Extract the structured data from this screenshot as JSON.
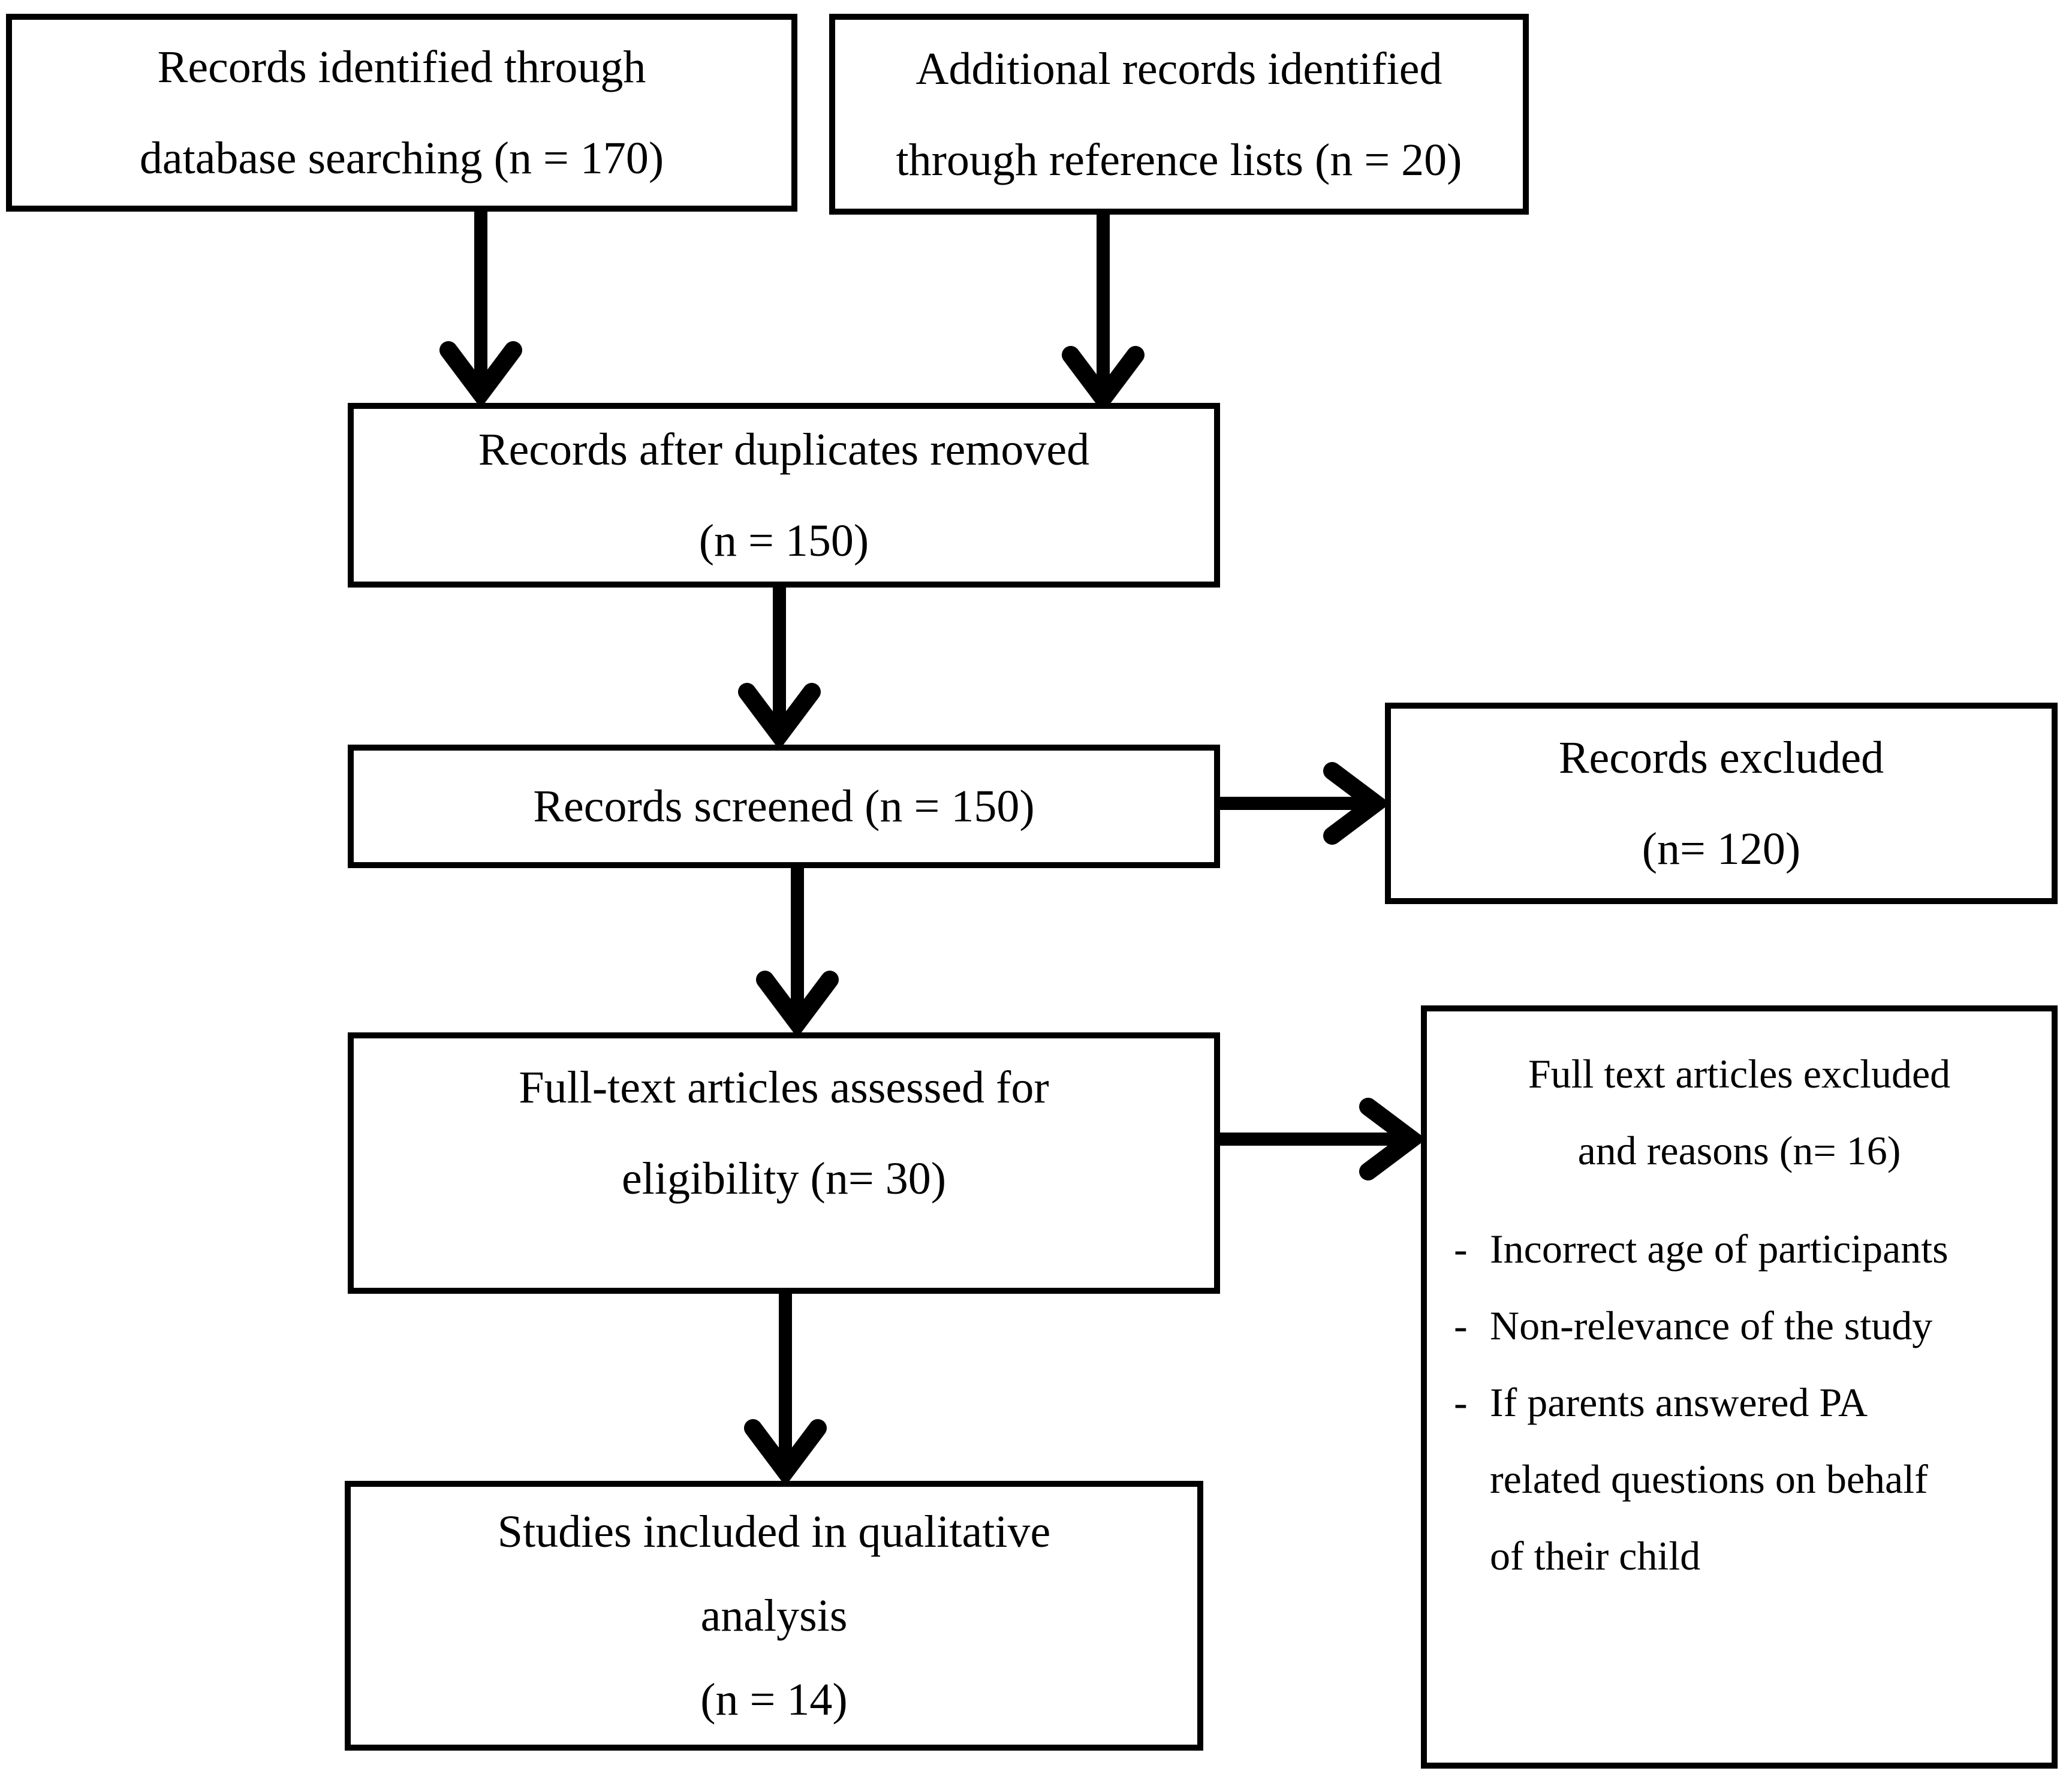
{
  "colors": {
    "ink": "#000000",
    "background": "#ffffff"
  },
  "bullet_marker": "-",
  "boxes": {
    "identified": {
      "line1": "Records identified through",
      "line2": "database searching (n = 170)"
    },
    "additional": {
      "line1": "Additional records identified",
      "line2": "through reference lists (n = 20)"
    },
    "duplicates": {
      "line1": "Records after duplicates removed",
      "line2": "(n = 150)"
    },
    "screened": {
      "line1": "Records screened (n = 150)"
    },
    "excluded": {
      "line1": "Records excluded",
      "line2": "(n= 120)"
    },
    "fulltext": {
      "line1": "Full-text articles assessed for",
      "line2": "eligibility (n= 30)"
    },
    "fulltext_excluded": {
      "heading1": "Full text articles excluded",
      "heading2": "and reasons (n= 16)",
      "reasons": [
        "Incorrect age of participants",
        "Non-relevance of the study",
        "If parents answered PA related questions on behalf of their child"
      ]
    },
    "included": {
      "line1": "Studies included in qualitative",
      "line2": "analysis",
      "line3": "(n = 14)"
    }
  }
}
